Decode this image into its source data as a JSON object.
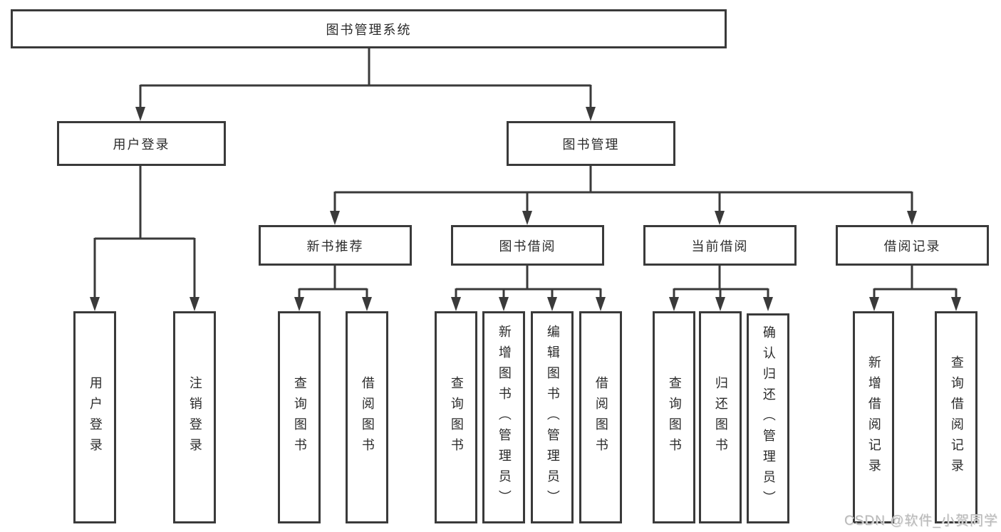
{
  "colors": {
    "line": "#3a3a3a",
    "text": "#2b2b2b",
    "box_background": "#ffffff",
    "watermark": "#b9b9b9"
  },
  "tree": {
    "root": {
      "label": "图书管理系统"
    },
    "branches": [
      {
        "label": "用户登录",
        "children": [
          {
            "label": "用户登录"
          },
          {
            "label": "注销登录"
          }
        ]
      },
      {
        "label": "图书管理",
        "groups": [
          {
            "label": "新书推荐",
            "children": [
              {
                "label": "查询图书"
              },
              {
                "label": "借阅图书"
              }
            ]
          },
          {
            "label": "图书借阅",
            "children": [
              {
                "label": "查询图书"
              },
              {
                "label": "新增图书（管理员）"
              },
              {
                "label": "编辑图书（管理员）"
              },
              {
                "label": "借阅图书"
              }
            ]
          },
          {
            "label": "当前借阅",
            "children": [
              {
                "label": "查询图书"
              },
              {
                "label": "归还图书"
              },
              {
                "label": "确认归还（管理员）"
              }
            ]
          },
          {
            "label": "借阅记录",
            "children": [
              {
                "label": "新增借阅记录"
              },
              {
                "label": "查询借阅记录"
              }
            ]
          }
        ]
      }
    ]
  },
  "watermark": "CSDN @软件_小贺同学"
}
